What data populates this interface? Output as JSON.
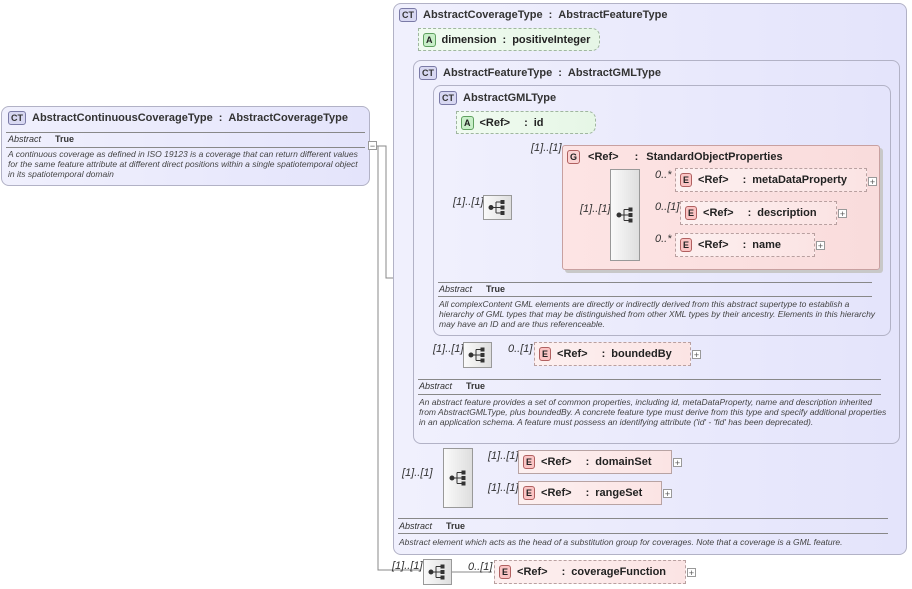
{
  "root": {
    "badge": "CT",
    "name": "AbstractContinuousCoverageType",
    "base": "AbstractCoverageType",
    "doc_key": "Abstract",
    "doc_val": "True",
    "doc": "A continuous coverage as defined in ISO 19123 is a coverage that can return different values for the same feature attribute at different direct positions within a single spatiotemporal object in its spatiotemporal domain"
  },
  "coverage": {
    "badge": "CT",
    "name": "AbstractCoverageType",
    "base": "AbstractFeatureType",
    "attr_badge": "A",
    "attr_name": "dimension",
    "attr_type": "positiveInteger",
    "doc_key": "Abstract",
    "doc_val": "True",
    "doc": "Abstract element which acts as the head of a substitution group for coverages. Note that a coverage is a GML feature."
  },
  "feature": {
    "badge": "CT",
    "name": "AbstractFeatureType",
    "base": "AbstractGMLType",
    "doc_key": "Abstract",
    "doc_val": "True",
    "doc": "An abstract feature provides a set of common properties, including id, metaDataProperty, name and description inherited from AbstractGMLType, plus boundedBy.    A concrete feature type must derive from this type and specify additional  properties in an application schema. A feature must possess an identifying attribute ('id' - 'fid' has been deprecated)."
  },
  "gml": {
    "badge": "CT",
    "name": "AbstractGMLType",
    "attr_badge": "A",
    "attr_ref": "<Ref>",
    "attr_name": "id",
    "doc_key": "Abstract",
    "doc_val": "True",
    "doc": "All complexContent GML elements are directly or indirectly derived from this abstract supertype to establish a hierarchy of GML types that may be distinguished from other XML types by their ancestry. Elements in this hierarchy may have an ID and are thus referenceable."
  },
  "group": {
    "badge": "G",
    "ref": "<Ref>",
    "name": "StandardObjectProperties",
    "card": "[1]..[1]"
  },
  "elements": {
    "metaDataProperty": {
      "badge": "E",
      "ref": "<Ref>",
      "name": "metaDataProperty",
      "card": "0..*"
    },
    "description": {
      "badge": "E",
      "ref": "<Ref>",
      "name": "description",
      "card": "0..[1]"
    },
    "name": {
      "badge": "E",
      "ref": "<Ref>",
      "name": "name",
      "card": "0..*"
    },
    "boundedBy": {
      "badge": "E",
      "ref": "<Ref>",
      "name": "boundedBy",
      "card": "0..[1]"
    },
    "domainSet": {
      "badge": "E",
      "ref": "<Ref>",
      "name": "domainSet",
      "card": "[1]..[1]"
    },
    "rangeSet": {
      "badge": "E",
      "ref": "<Ref>",
      "name": "rangeSet",
      "card": "[1]..[1]"
    },
    "coverageFunction": {
      "badge": "E",
      "ref": "<Ref>",
      "name": "coverageFunction",
      "card": "0..[1]"
    }
  },
  "sequences": {
    "gml_outer_card": "[1]..[1]",
    "gml_inner_card": "[1]..[1]",
    "feature_card": "[1]..[1]",
    "coverage_card": "[1]..[1]",
    "root_card": "[1]..[1]"
  },
  "colors": {
    "complex_type_bg": "#e6e6fb",
    "element_bg": "#fbe4e4",
    "attribute_bg": "#e6f6e6"
  }
}
